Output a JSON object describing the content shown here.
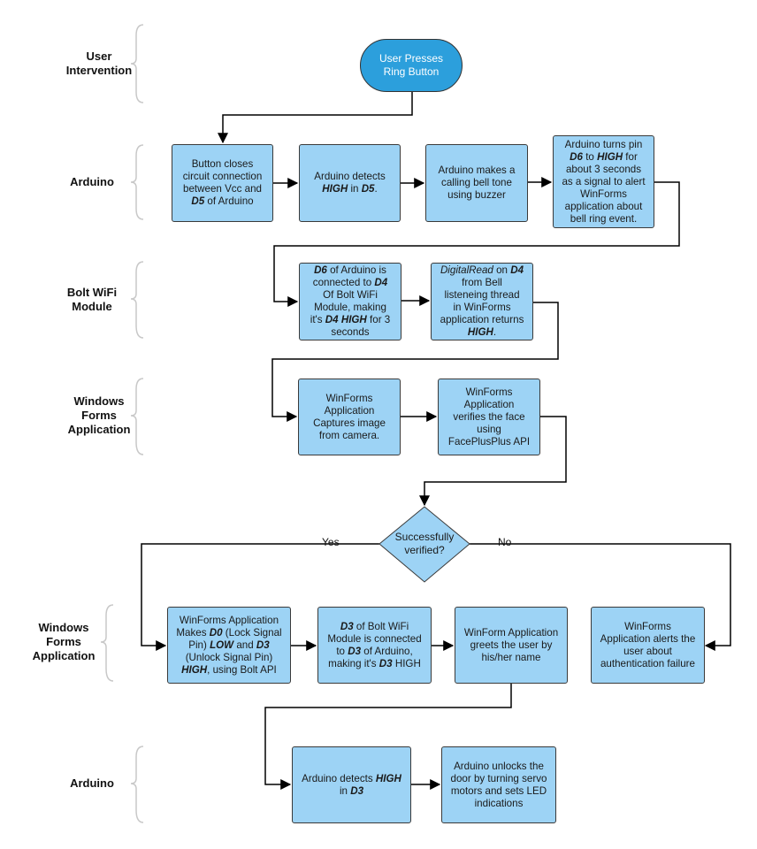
{
  "lanes": {
    "user": [
      "User",
      "Intervention"
    ],
    "arduino1": [
      "Arduino"
    ],
    "bolt": [
      "Bolt WiFi",
      "Module"
    ],
    "winforms1": [
      "Windows",
      "Forms",
      "Application"
    ],
    "winforms2": [
      "Windows",
      "Forms",
      "Application"
    ],
    "arduino2": [
      "Arduino"
    ]
  },
  "nodes": {
    "start": [
      "User Presses",
      "Ring Button"
    ],
    "a1": [
      "Button closes",
      "circuit connection",
      "between Vcc and",
      "D5 of Arduino"
    ],
    "a2": [
      "Arduino detects",
      "HIGH in D5."
    ],
    "a3": [
      "Arduino makes a",
      "calling bell tone",
      "using buzzer"
    ],
    "a4": [
      "Arduino turns pin",
      "D6 to HIGH for",
      "about 3 seconds",
      "as a signal to alert",
      "WinForms",
      "application about",
      "bell ring event."
    ],
    "b1": [
      "D6 of Arduino is",
      "connected to D4",
      "Of Bolt WiFi",
      "Module, making",
      "it's D4 HIGH for 3",
      "seconds"
    ],
    "b2": [
      "DigitalRead on D4",
      "from Bell",
      "listeneing thread",
      "in WinForms",
      "application returns",
      "HIGH."
    ],
    "w1": [
      "WinForms",
      "Application",
      "Captures image",
      "from camera."
    ],
    "w2": [
      "WinForms",
      "Application",
      "verifies the face",
      "using",
      "FacePlusPlus API"
    ],
    "decision": [
      "Successfully",
      "verified?"
    ],
    "v1": [
      "WinForms Application",
      "Makes D0 (Lock Signal",
      "Pin) LOW and D3",
      "(Unlock Signal Pin)",
      "HIGH, using Bolt API"
    ],
    "v2": [
      "D3 of Bolt WiFi",
      "Module is connected",
      "to D3 of Arduino,",
      "making it's D3 HIGH"
    ],
    "v3": [
      "WinForm Application",
      "greets the user by",
      "his/her name"
    ],
    "v4": [
      "WinForms",
      "Application alerts the",
      "user about",
      "authentication failure"
    ],
    "r1": [
      "Arduino detects HIGH",
      "in D3"
    ],
    "r2": [
      "Arduino unlocks the",
      "door by turning servo",
      "motors and sets LED",
      "indications"
    ]
  },
  "edges": {
    "yes": "Yes",
    "no": "No"
  },
  "colors": {
    "box_fill": "#9dd3f5",
    "start_fill": "#2c9fdc",
    "line": "#000000",
    "bracket": "#c8c8c8"
  }
}
